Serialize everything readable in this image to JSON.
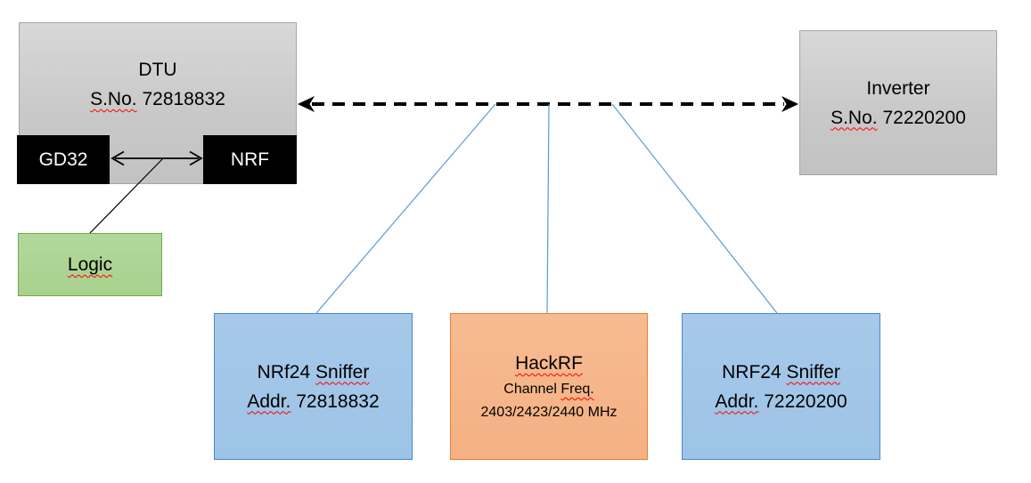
{
  "diagram": {
    "dtu": {
      "title": "DTU",
      "serial_label": "S.No.",
      "serial": "72818832",
      "gd32_label": "GD32",
      "nrf_label": "NRF"
    },
    "logic": {
      "label": "Logic"
    },
    "inverter": {
      "title": "Inverter",
      "serial_label": "S.No.",
      "serial": "72220200"
    },
    "sniffer_left": {
      "name": "NRf24",
      "type": "Sniffer",
      "addr_label": "Addr.",
      "addr": "72818832"
    },
    "hackrf": {
      "title": "HackRF",
      "channel_word": "Channel",
      "freq_word": "Freq.",
      "frequencies": "2403/2423/2440 MHz"
    },
    "sniffer_right": {
      "name": "NRF24",
      "type": "Sniffer",
      "addr_label": "Addr.",
      "addr": "72220200"
    }
  },
  "colors": {
    "gray_fill": "#c9c9c9",
    "gray_border": "#a6a6a6",
    "chip_black": "#000000",
    "green_fill": "#a9d18e",
    "green_border": "#70ad47",
    "blue_fill": "#9dc3e6",
    "blue_border": "#4a89c8",
    "orange_fill": "#f4b183",
    "orange_border": "#ed7d31",
    "connector_blue": "#5b9bd5",
    "link_black": "#000000",
    "spellcheck_red": "#ff0000"
  }
}
